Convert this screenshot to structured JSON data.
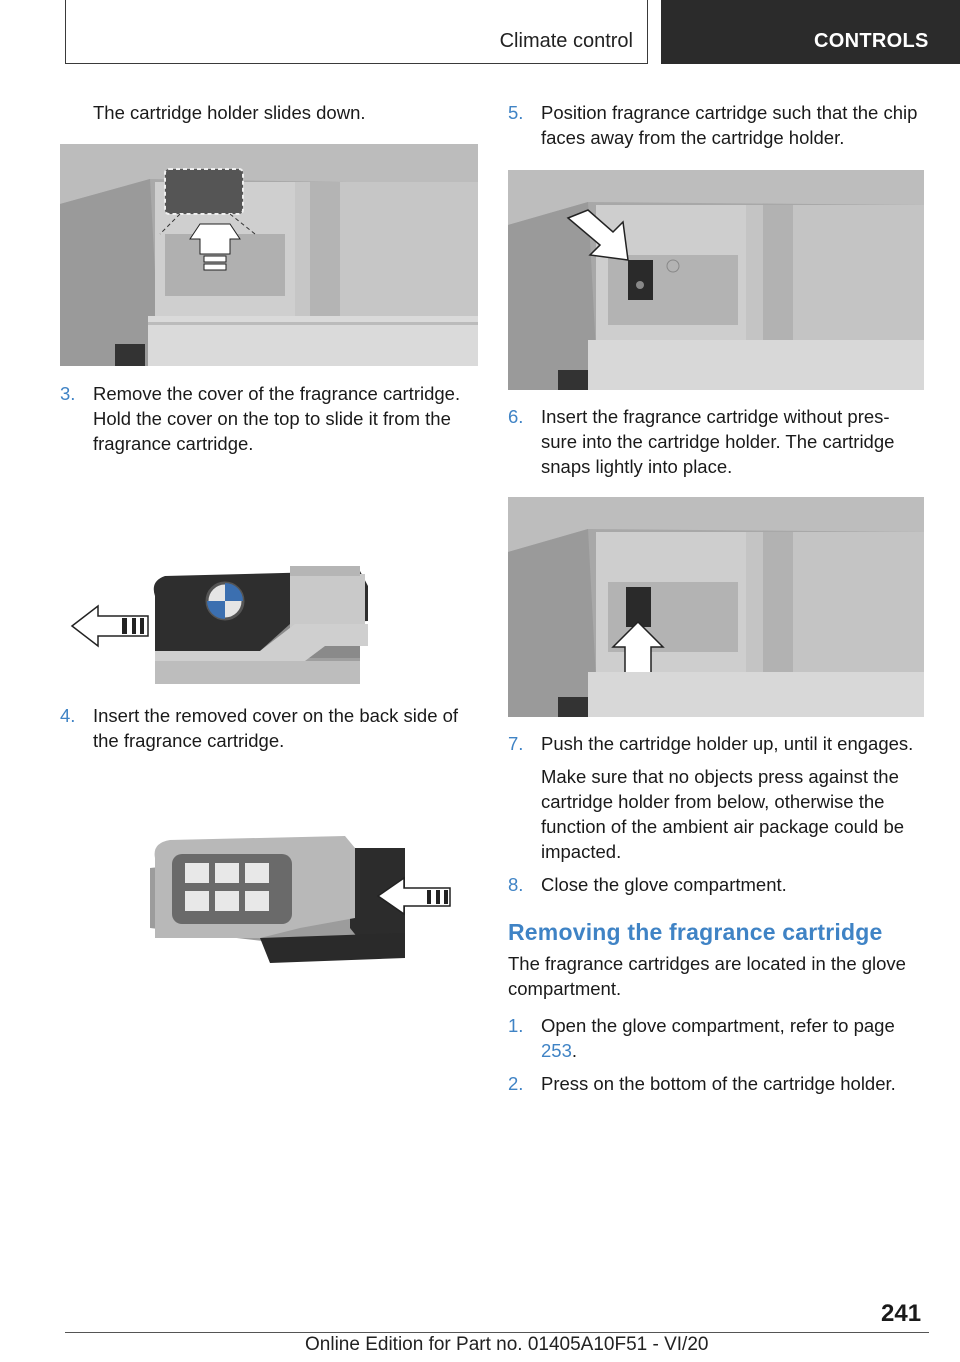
{
  "header": {
    "section": "Climate control",
    "chapter": "CONTROLS"
  },
  "left_column": {
    "intro": "The cartridge holder slides down.",
    "steps": [
      {
        "num": "3.",
        "text": "Remove the cover of the fragrance cartridge. Hold the cover on the top to slide it from the fragrance cartridge."
      },
      {
        "num": "4.",
        "text": "Insert the removed cover on the back side of the fragrance cartridge."
      }
    ]
  },
  "right_column": {
    "steps": [
      {
        "num": "5.",
        "text": "Position fragrance cartridge such that the chip faces away from the cartridge holder."
      },
      {
        "num": "6.",
        "text": "Insert the fragrance cartridge without pres- sure into the cartridge holder. The cartridge snaps lightly into place."
      },
      {
        "num": "7.",
        "text": "Push the cartridge holder up, until it engages."
      },
      {
        "num": "8.",
        "text": "Close the glove compartment."
      }
    ],
    "step7_note": "Make sure that no objects press against the cartridge holder from below, otherwise the function of the ambient air package could be impacted.",
    "section_title": "Removing the fragrance cartridge",
    "section_intro": "The fragrance cartridges are located in the glove compartment.",
    "sub_steps": [
      {
        "num": "1.",
        "text_before": "Open the glove compartment, refer to page ",
        "link": "253",
        "text_after": "."
      },
      {
        "num": "2.",
        "text": "Press on the bottom of the cartridge holder."
      }
    ]
  },
  "footer": {
    "page_number": "241",
    "edition": "Online Edition for Part no. 01405A10F51 - VI/20"
  }
}
